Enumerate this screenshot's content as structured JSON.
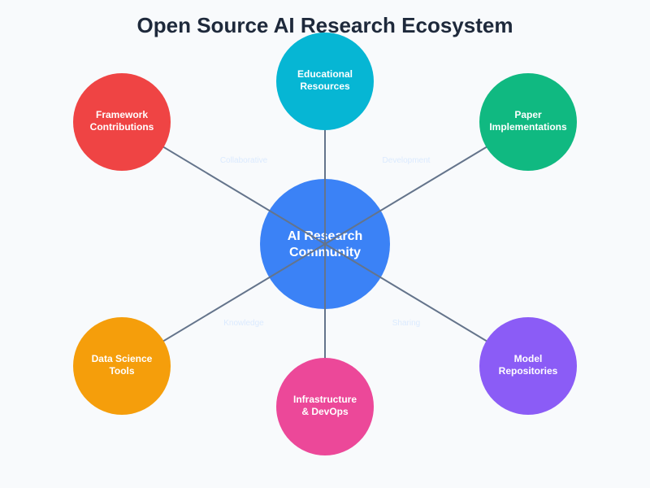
{
  "title": "Open Source AI Research Ecosystem",
  "center": {
    "label_lines": [
      "AI Research",
      "Community"
    ],
    "color": "#3b82f6"
  },
  "nodes": [
    {
      "id": "framework",
      "label_lines": [
        "Framework",
        "Contributions"
      ],
      "color": "#ef4444",
      "position": "top-left"
    },
    {
      "id": "educational",
      "label_lines": [
        "Educational",
        "Resources"
      ],
      "color": "#06b6d4",
      "position": "top"
    },
    {
      "id": "paper",
      "label_lines": [
        "Paper",
        "Implementations"
      ],
      "color": "#10b981",
      "position": "top-right"
    },
    {
      "id": "datascience",
      "label_lines": [
        "Data Science",
        "Tools"
      ],
      "color": "#f59e0b",
      "position": "bottom-left"
    },
    {
      "id": "infra",
      "label_lines": [
        "Infrastructure",
        "& DevOps"
      ],
      "color": "#ec4899",
      "position": "bottom"
    },
    {
      "id": "model",
      "label_lines": [
        "Model",
        "Repositories"
      ],
      "color": "#8b5cf6",
      "position": "bottom-right"
    }
  ],
  "edge_labels": [
    {
      "text": "Collaborative",
      "position": "top-left"
    },
    {
      "text": "Development",
      "position": "top-right"
    },
    {
      "text": "Knowledge",
      "position": "bottom-left"
    },
    {
      "text": "Sharing",
      "position": "bottom-right"
    }
  ],
  "colors": {
    "background": "#f8fafc",
    "title": "#1e293b",
    "edge": "#64748b",
    "edge_label": "#dbeafe"
  }
}
